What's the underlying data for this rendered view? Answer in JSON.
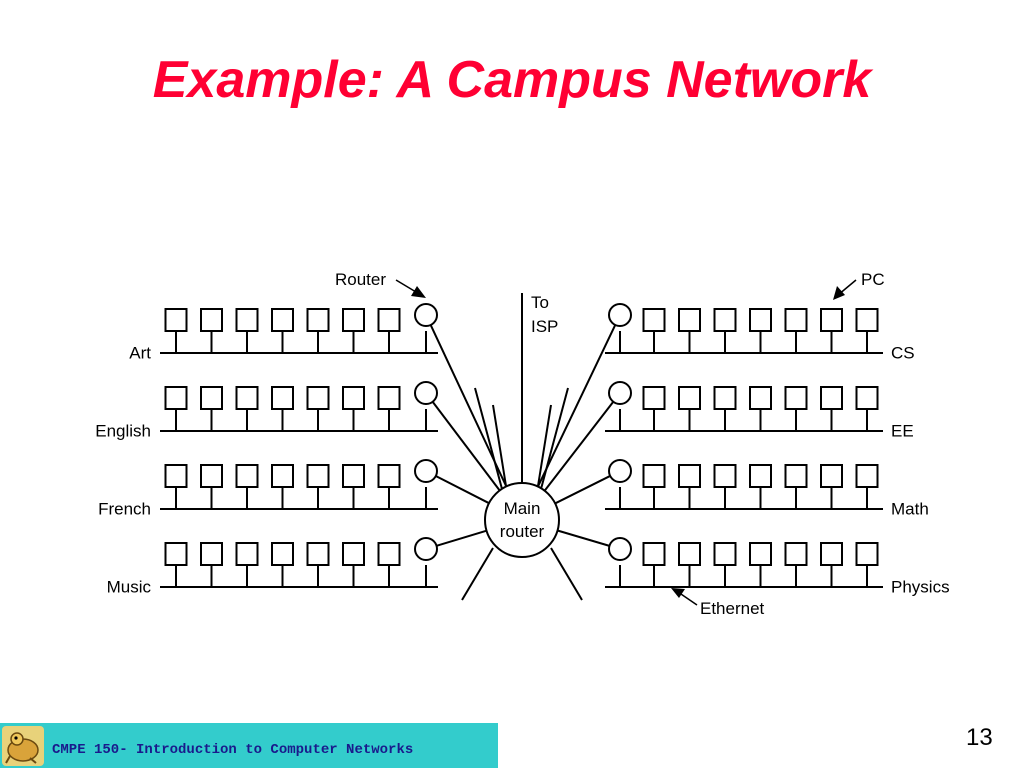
{
  "slide": {
    "title": "Example: A Campus Network",
    "page_number": "13"
  },
  "footer": {
    "course": "CMPE 150- Introduction to Computer Networks",
    "logo_icon": "mascot-logo-icon"
  },
  "diagram": {
    "center_label_line1": "Main",
    "center_label_line2": "router",
    "isp_label_line1": "To",
    "isp_label_line2": "ISP",
    "callouts": {
      "router": "Router",
      "pc": "PC",
      "ethernet": "Ethernet"
    },
    "left_departments": [
      "Art",
      "English",
      "French",
      "Music"
    ],
    "right_departments": [
      "CS",
      "EE",
      "Math",
      "Physics"
    ],
    "pcs_per_lan": 7
  }
}
